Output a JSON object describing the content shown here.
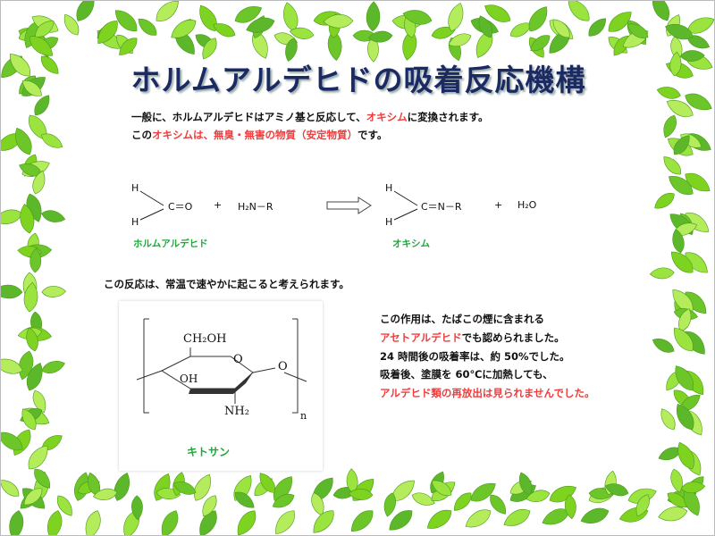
{
  "title": "ホルムアルデヒドの吸着反応機構",
  "intro": {
    "line1": [
      "一般に、ホルムアルデヒドはアミノ基と反応して、",
      "オキシム",
      "に変換されます。"
    ],
    "line2": [
      "この",
      "オキシムは、無臭・無害の物質（安定物質）",
      "です。"
    ]
  },
  "reaction": {
    "left_atoms": {
      "h1": "H",
      "h2": "H",
      "group": "C＝O",
      "plus": "+",
      "amine": "H₂N－R"
    },
    "right_atoms": {
      "h1": "H",
      "h2": "H",
      "group": "C＝N－R",
      "plus": "+",
      "water": "H₂O"
    },
    "reactant_label": "ホルムアルデヒド",
    "product_label": "オキシム"
  },
  "note": "この反応は、常温で速やかに起こると考えられます。",
  "chitosan": {
    "ch2oh": "CH₂OH",
    "oh": "OH",
    "o_ring": "O",
    "o_link": "O",
    "nh2": "NH₂",
    "n": "n",
    "label": "キトサン"
  },
  "details": {
    "line1": "この作用は、たばこの煙に含まれる",
    "line2": [
      "アセトアルデヒド",
      "でも認められました。"
    ],
    "line3": "24 時間後の吸着率は、約 50%でした。",
    "line4": "吸着後、塗膜を 60℃に加熱しても、",
    "line5": "アルデヒド類の再放出は見られませんでした。"
  },
  "colors": {
    "title": "#1c2a63",
    "accent_red": "#f23c3c",
    "label_green": "#1fa83a",
    "leaf": "#7ed321"
  }
}
